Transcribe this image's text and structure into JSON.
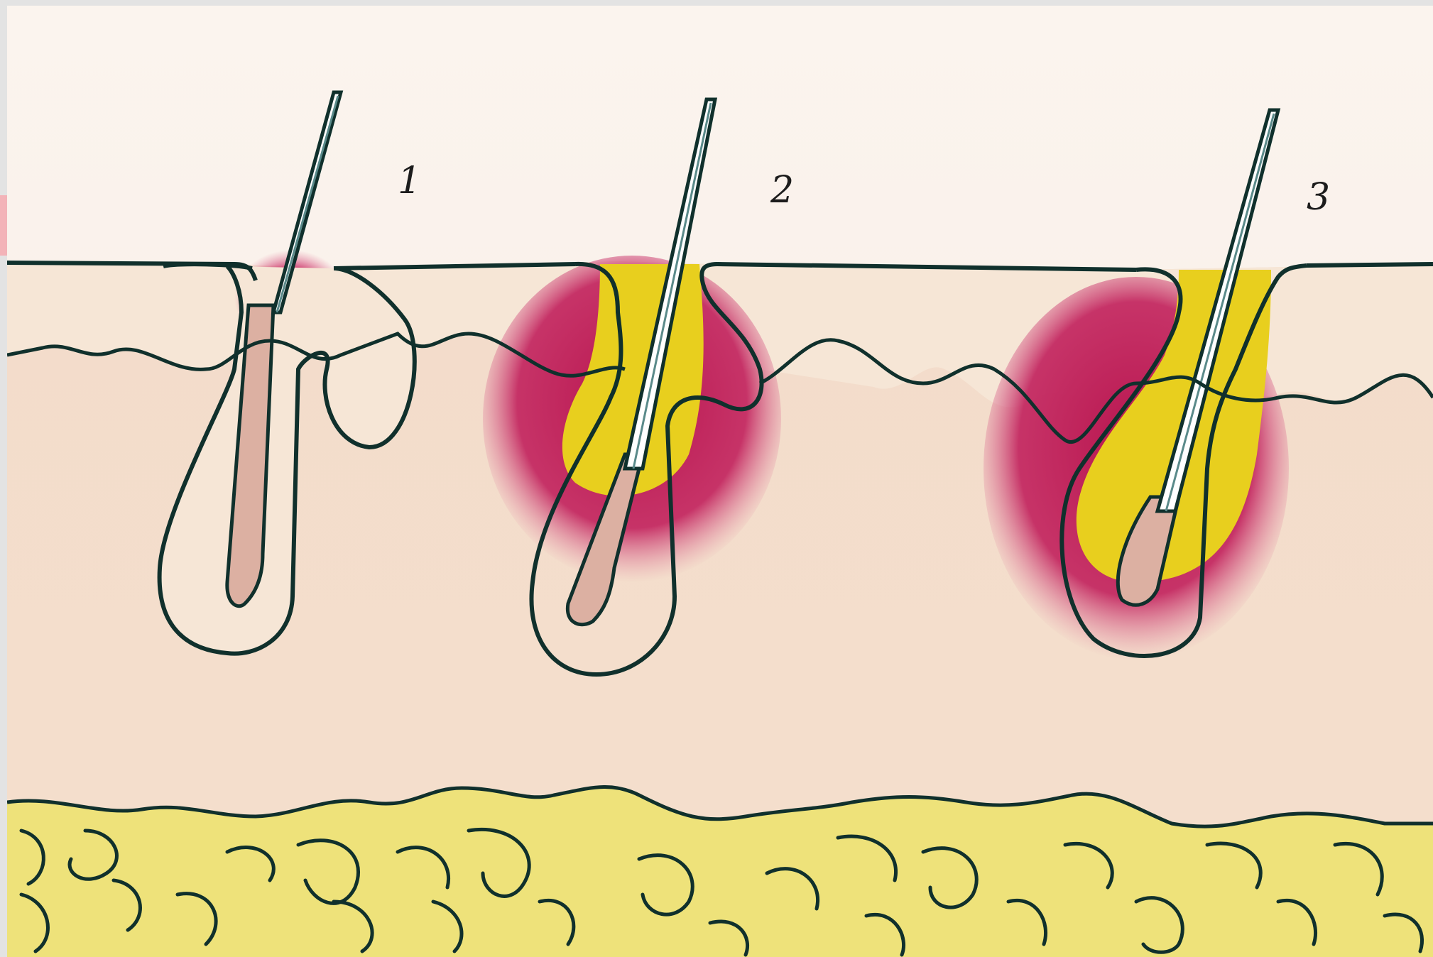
{
  "diagram": {
    "stages": [
      {
        "label": "1"
      },
      {
        "label": "2"
      },
      {
        "label": "3"
      }
    ]
  }
}
